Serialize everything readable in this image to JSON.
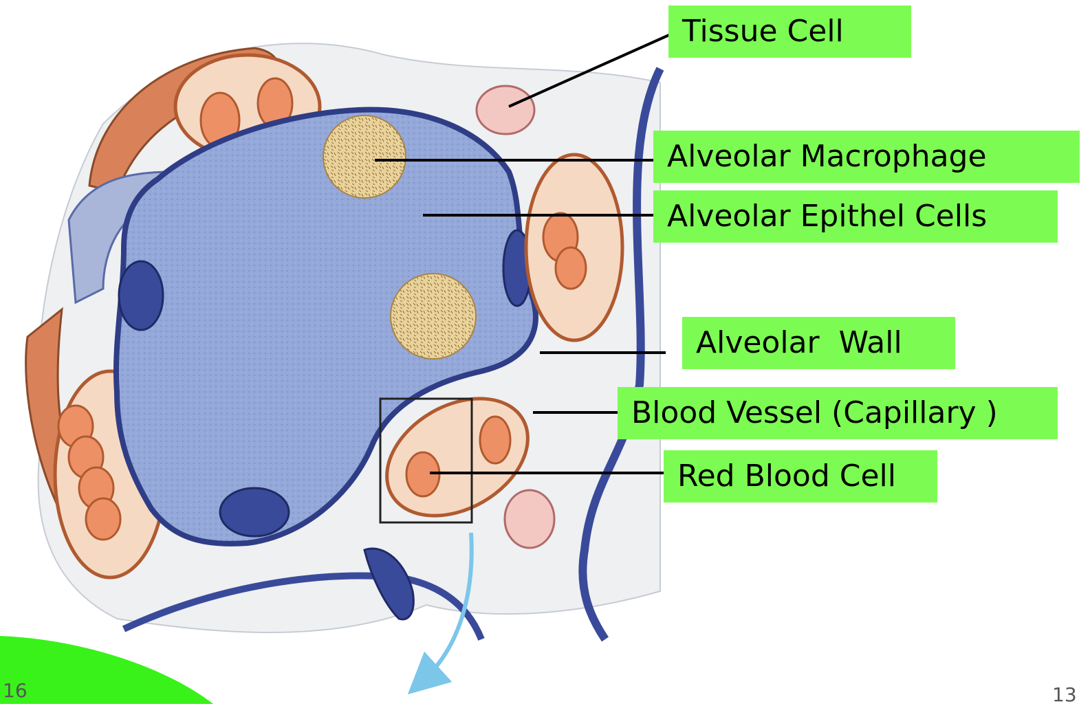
{
  "labels": {
    "tissue_cell": "Tissue Cell",
    "alveolar_macrophage": "Alveolar Macrophage",
    "alveolar_epithel_cells": "Alveolar Epithel Cells",
    "alveolar_wall": "Alveolar  Wall",
    "blood_vessel": "Blood Vessel (Capillary )",
    "red_blood_cell": "Red Blood Cell"
  },
  "footer": {
    "left_number": "16",
    "right_number": "13"
  },
  "colors": {
    "label_bg": "#7cfc52",
    "corner_shape": "#39f21a",
    "alveolus_fill": "#8fa3d6",
    "wall_dark": "#3a4a9a",
    "capillary_fill": "#f6d9c3",
    "rbc": "#ee9066",
    "muscle": "#d9825a",
    "macrophage": "#e8cf8a",
    "arrow": "#7cc6ea"
  }
}
